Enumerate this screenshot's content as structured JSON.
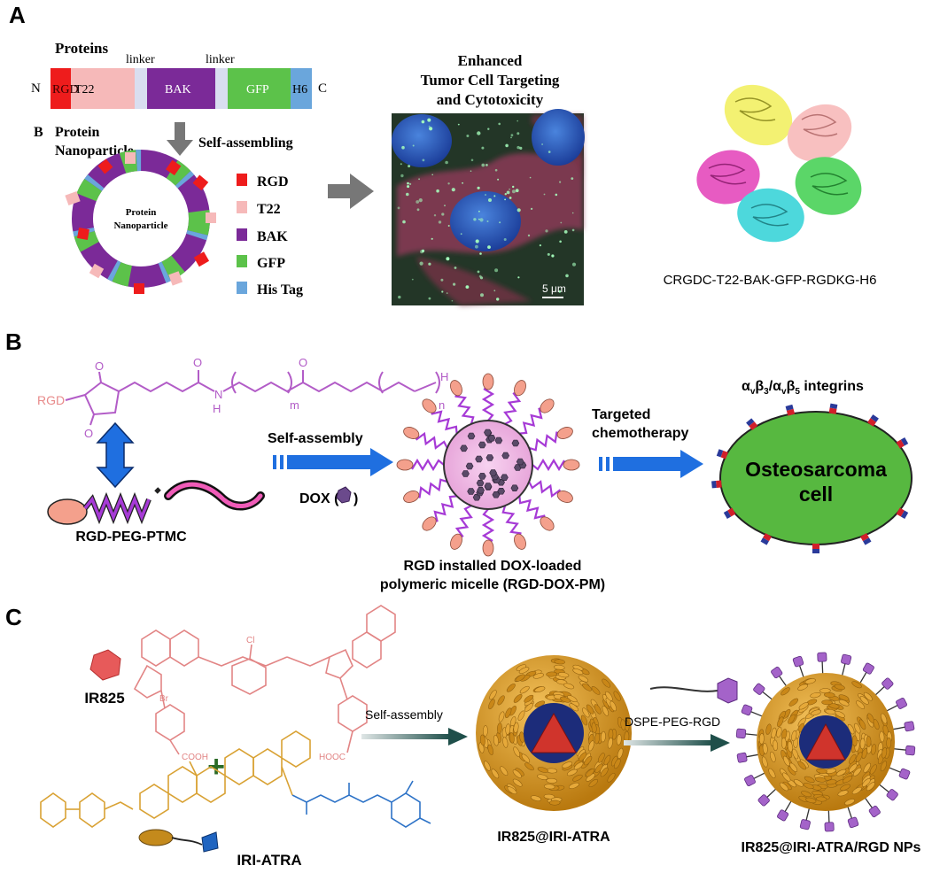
{
  "panels": {
    "a": {
      "letter": "A",
      "proteins_label": "Proteins",
      "linker_1": "linker",
      "linker_2": "linker",
      "n_term": "N",
      "c_term": "C",
      "segments": [
        "RGD",
        "T22",
        "BAK",
        "GFP",
        "H6"
      ],
      "segment_colors": [
        "#ee1c1c",
        "#f6b9b9",
        "#7b2a98",
        "#5cc24a",
        "#6aa6dc"
      ],
      "sub_letter": "B",
      "protein_label_1": "Protein",
      "protein_label_2": "Nanoparticle",
      "self_assembling": "Self-assembling",
      "ring_center_1": "Protein",
      "ring_center_2": "Nanoparticle",
      "legend": [
        "RGD",
        "T22",
        "BAK",
        "GFP",
        "His Tag"
      ],
      "enhanced_1": "Enhanced",
      "enhanced_2": "Tumor Cell Targeting",
      "enhanced_3": "and Cytotoxicity",
      "scale_bar": "5 μm",
      "structure_label": "CRGDC-T22-BAK-GFP-RGDKG-H6"
    },
    "b": {
      "letter": "B",
      "rgd_label": "RGD",
      "subscript_m": "m",
      "subscript_n": "n",
      "h_label": "H",
      "n_atom": "N",
      "h_atom": "H",
      "o_atoms": [
        "O",
        "O",
        "O",
        "O"
      ],
      "conjugate_label": "RGD-PEG-PTMC",
      "self_assembly": "Self-assembly",
      "dox_label": "DOX (",
      "dox_close": ")",
      "micelle_label_1": "RGD installed DOX-loaded",
      "micelle_label_2": "polymeric micelle (RGD-DOX-PM)",
      "targeted_1": "Targeted",
      "targeted_2": "chemotherapy",
      "integrins": "αvβ3/αvβ5 integrins",
      "cell_1": "Osteosarcoma",
      "cell_2": "cell"
    },
    "c": {
      "letter": "C",
      "ir825": "IR825",
      "cl": "Cl",
      "br": "Br",
      "cooh_1": "COOH",
      "cooh_2": "HOOC",
      "plus": "+",
      "iri_atra": "IRI-ATRA",
      "self_assembly": "Self-assembly",
      "dspe": "DSPE-PEG-RGD",
      "np1": "IR825@IRI-ATRA",
      "np2": "IR825@IRI-ATRA/RGD NPs"
    }
  },
  "colors": {
    "arrow_blue": "#1f6fe0",
    "cell_green": "#57b840",
    "micelle_pink": "#f3b3e6",
    "peg_purple": "#a63ad6",
    "shell_gold": "#d2961c",
    "core_blue": "#1c2c7a",
    "core_red": "#d0342c"
  }
}
